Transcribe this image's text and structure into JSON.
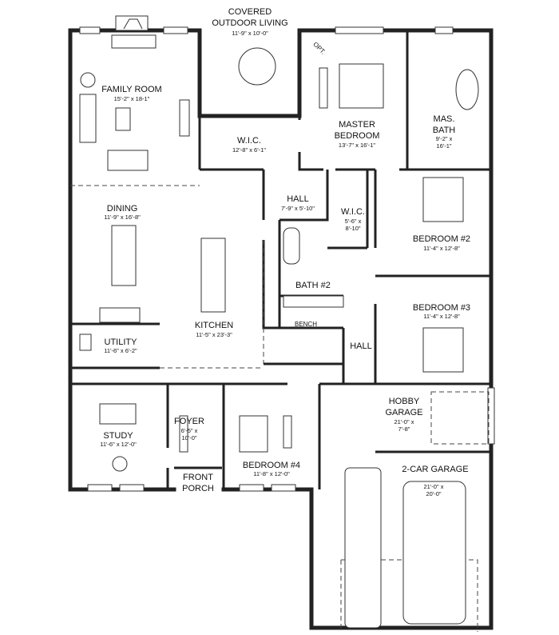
{
  "rooms": {
    "covered_outdoor": {
      "line1": "COVERED",
      "line2": "OUTDOOR LIVING",
      "dims": "11'-9\" x 10'-0\""
    },
    "family_room": {
      "name": "FAMILY ROOM",
      "dims": "15'-2\" x 18-1\""
    },
    "wic_master": {
      "name": "W.I.C.",
      "dims": "12'-8\" x 6'-1\""
    },
    "master_bedroom": {
      "line1": "MASTER",
      "line2": "BEDROOM",
      "dims": "13'-7\" x 16'-1\"",
      "opt": "OPT."
    },
    "master_bath": {
      "line1": "MAS.",
      "line2": "BATH",
      "dims1": "9'-2\" x",
      "dims2": "16'-1\""
    },
    "dining": {
      "name": "DINING",
      "dims": "11'-9\" x 16'-8\""
    },
    "hall_upper": {
      "name": "HALL",
      "dims": "7'-9\" x 5'-10\""
    },
    "wic_small": {
      "name": "W.I.C.",
      "dims1": "5'-6\" x",
      "dims2": "8'-10\""
    },
    "bedroom2": {
      "name": "BEDROOM #2",
      "dims": "11'-4\" x 12'-8\""
    },
    "bath2": {
      "name": "BATH #2",
      "bench": "BENCH"
    },
    "bedroom3": {
      "name": "BEDROOM #3",
      "dims": "11'-4\" x 12'-8\""
    },
    "kitchen": {
      "name": "KITCHEN",
      "dims": "11'-5\" x 23'-3\""
    },
    "utility": {
      "name": "UTILITY",
      "dims": "11'-6\" x 6'-2\""
    },
    "hall_lower": {
      "name": "HALL"
    },
    "study": {
      "name": "STUDY",
      "dims": "11'-6\" x 12'-0\""
    },
    "foyer": {
      "name": "FOYER",
      "dims1": "6'-5\" x",
      "dims2": "10'-0\""
    },
    "front_porch": {
      "line1": "FRONT",
      "line2": "PORCH"
    },
    "bedroom4": {
      "name": "BEDROOM #4",
      "dims": "11'-8\" x 12'-0\""
    },
    "hobby_garage": {
      "line1": "HOBBY",
      "line2": "GARAGE",
      "dims1": "21'-0\" x",
      "dims2": "7'-8\""
    },
    "garage": {
      "name": "2-CAR GARAGE",
      "dims1": "21'-0\" x",
      "dims2": "20'-0\""
    }
  }
}
